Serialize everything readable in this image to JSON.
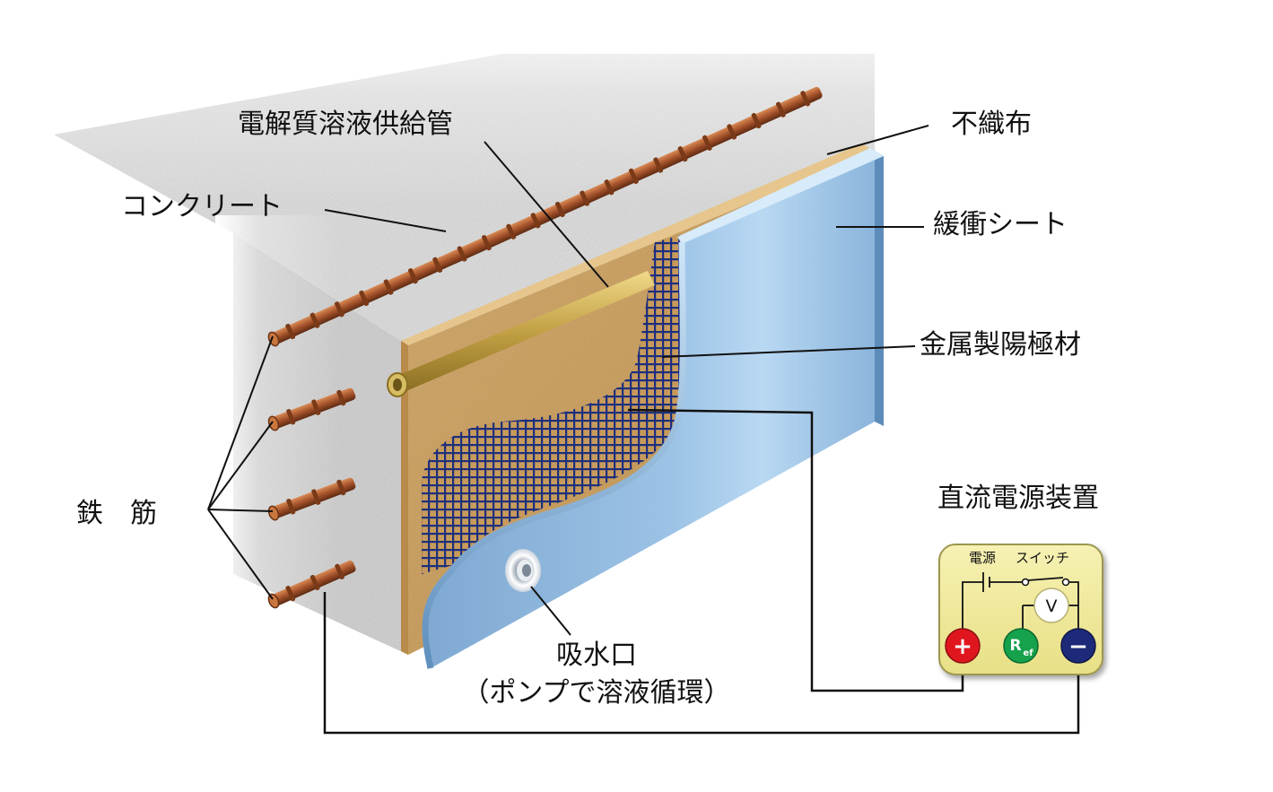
{
  "labels": {
    "supply_pipe": "電解質溶液供給管",
    "nonwoven": "不織布",
    "concrete": "コンクリート",
    "buffer_sheet": "緩衝シート",
    "anode": "金属製陽極材",
    "rebar": "鉄　筋",
    "intake_line1": "吸水口",
    "intake_line2": "（ポンプで溶液循環）",
    "dc_power": "直流電源装置"
  },
  "device": {
    "power_label": "電源",
    "switch_label": "スイッチ",
    "voltmeter": "V",
    "ref_main": "R",
    "ref_sub": "ef",
    "plus": "+",
    "minus": "−"
  },
  "colors": {
    "device_panel": "#f1ec9c",
    "plus_terminal": "#e0161e",
    "ref_terminal": "#16a14c",
    "minus_terminal": "#1d2a7a",
    "buffer_sheet": "#8fb7dc",
    "nonwoven": "#d2a969",
    "mesh": "#1c2f7d",
    "rebar": "#a7582b"
  }
}
